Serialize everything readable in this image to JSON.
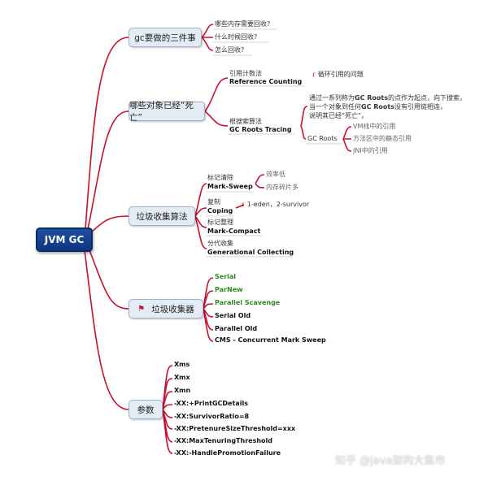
{
  "root": {
    "label": "JVM GC"
  },
  "gc_three": {
    "label": "gc要做的三件事",
    "items": [
      "哪些内存需要回收?",
      "什么时候回收?",
      "怎么回收?"
    ]
  },
  "dead": {
    "label": "哪些对象已经“死亡”",
    "ref_cn": "引用计数法",
    "ref_en": "Reference Counting",
    "ref_note": "循环引用的问题",
    "roots_cn": "根搜索算法",
    "roots_en": "GC Roots Tracing",
    "desc": [
      [
        "通过一系列称为",
        "GC Roots",
        "的点作为起点，向下搜索，"
      ],
      [
        "当一个对象到任何",
        "GC Roots",
        "没有引用链相连，"
      ],
      [
        "说明其已经“死亡”。",
        "",
        ""
      ]
    ],
    "gc_roots_label": "GC Roots",
    "gc_roots_items": [
      "VM栈中的引用",
      "方法区中的静态引用",
      "JNI中的引用"
    ]
  },
  "algo": {
    "label": "垃圾收集算法",
    "ms_cn": "标记清除",
    "ms_en": "Mark-Sweep",
    "ms_notes": [
      "效率低",
      "内存碎片多"
    ],
    "cp_cn": "复制",
    "cp_en": "Coping",
    "cp_note": "1-eden，2-survivor",
    "mc_cn": "标记整理",
    "mc_en": "Mark-Compact",
    "gen_cn": "分代收集",
    "gen_en": "Generational Collecting"
  },
  "collectors": {
    "label": "垃圾收集器",
    "items": [
      {
        "text": "Serial",
        "color": "#2c8a1e"
      },
      {
        "text": "ParNew",
        "color": "#2c8a1e"
      },
      {
        "text": "Parallel Scavenge",
        "color": "#2c8a1e"
      },
      {
        "text": "Serial Old",
        "color": "#111111"
      },
      {
        "text": "Parallel Old",
        "color": "#111111"
      },
      {
        "text": "CMS - Concurrent Mark Sweep",
        "color": "#111111"
      }
    ]
  },
  "params": {
    "label": "参数",
    "items": [
      "Xms",
      "Xmx",
      "Xmn",
      "-XX:+PrintGCDetails",
      "-XX:SurvivorRatio=8",
      "-XX:PretenureSizeThreshold=xxx",
      "-XX:MaxTenuringThreshold",
      "-XX:-HandlePromotionFailure"
    ]
  },
  "watermark": "知乎 @java架构大集市",
  "colors": {
    "branch": "#c8102e",
    "leafLine": "#888888",
    "root": "#1f4f9f",
    "green": "#2c8a1e"
  }
}
